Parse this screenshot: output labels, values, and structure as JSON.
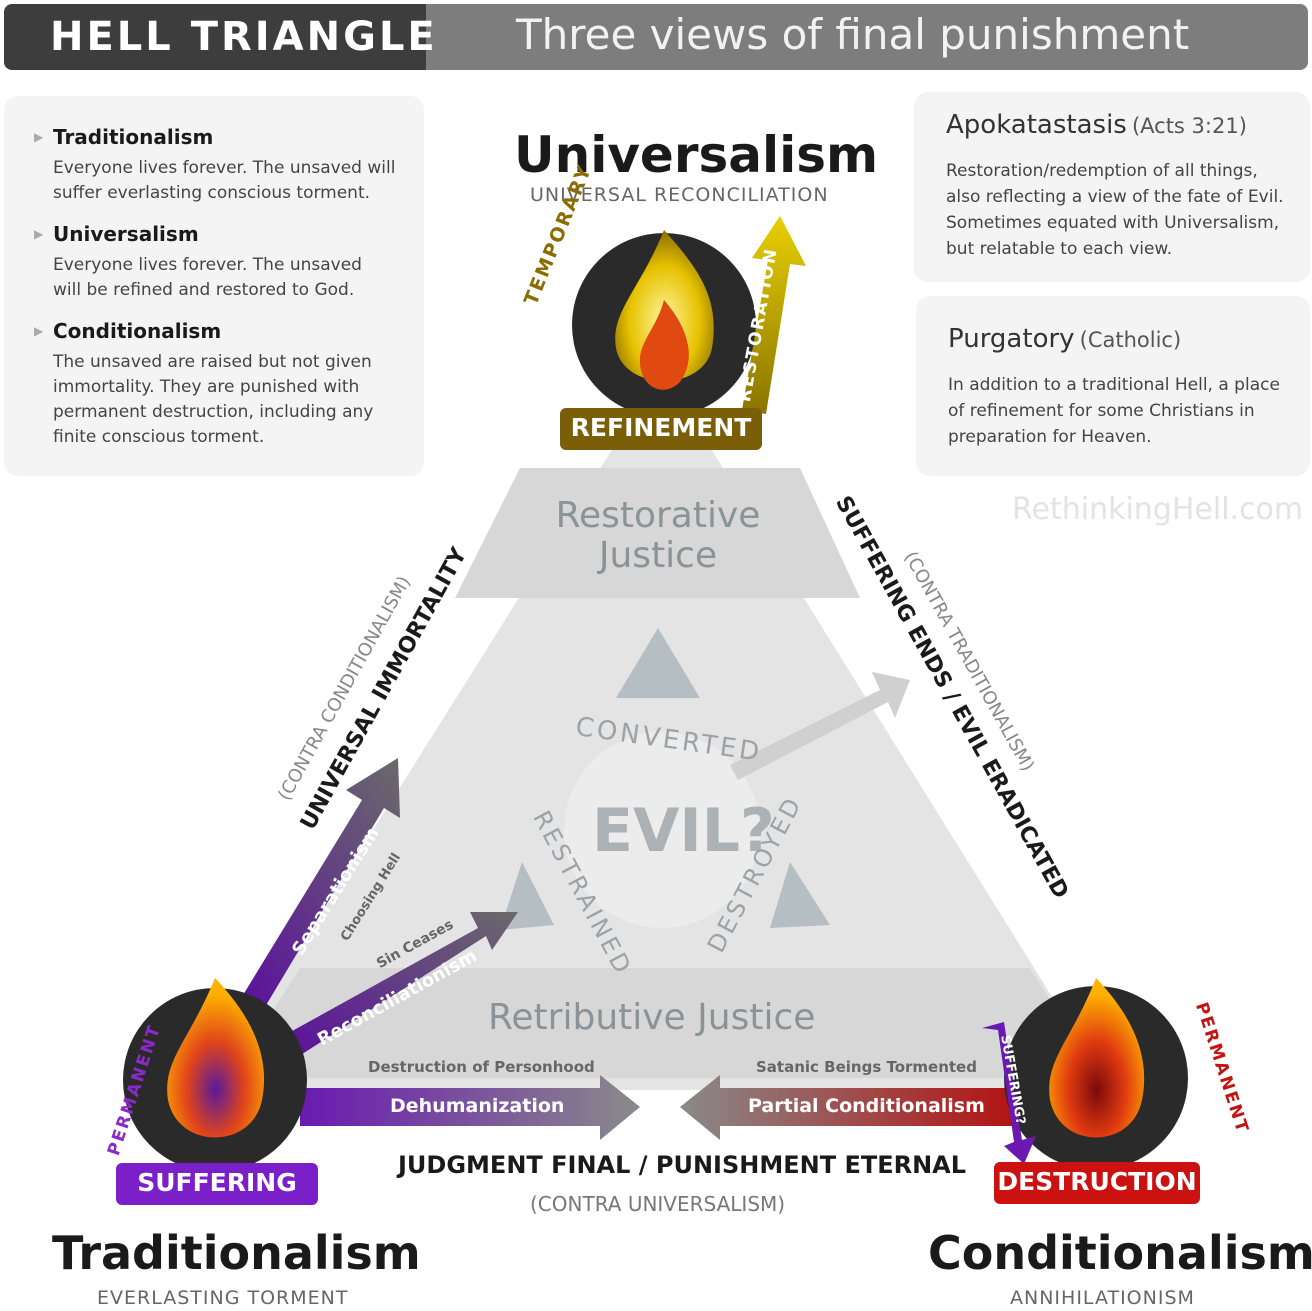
{
  "header": {
    "title": "HELL TRIANGLE",
    "subtitle": "Three views of final punishment"
  },
  "definitions": [
    {
      "term": "Traditionalism",
      "text": "Everyone lives forever. The unsaved will suffer everlasting conscious torment."
    },
    {
      "term": "Universalism",
      "text": "Everyone lives forever. The unsaved will be refined and restored to God."
    },
    {
      "term": "Conditionalism",
      "text": "The unsaved are raised but not given immortality. They are punished with permanent destruction, including any finite conscious torment."
    }
  ],
  "apokatastasis": {
    "title": "Apokatastasis",
    "ref": "(Acts 3:21)",
    "text": "Restoration/redemption of all things, also reflecting a view of the fate of Evil. Sometimes equated with Universalism, but relatable to each view."
  },
  "purgatory": {
    "title": "Purgatory",
    "ref": "(Catholic)",
    "text": "In addition to a traditional Hell, a place of refinement for some Christians in preparation for Heaven."
  },
  "watermark": "RethinkingHell.com",
  "vertices": {
    "top": {
      "title": "Universalism",
      "subtitle": "UNIVERSAL RECONCILIATION",
      "badge": "REFINEMENT",
      "arc_label": "TEMPORARY",
      "arrow_label": "RESTORATION",
      "badge_color": "#7a5e08"
    },
    "left": {
      "title": "Traditionalism",
      "subtitle": "EVERLASTING TORMENT",
      "badge": "SUFFERING",
      "arc_label": "PERMANENT",
      "badge_color": "#7b1fc9"
    },
    "right": {
      "title": "Conditionalism",
      "subtitle": "ANNIHILATIONISM",
      "badge": "DESTRUCTION",
      "arc_label": "PERMANENT",
      "arrow_label": "SUFFERING?",
      "badge_color": "#cc1111"
    }
  },
  "bands": {
    "top": "Restorative Justice",
    "bottom": "Retributive Justice"
  },
  "center": {
    "label": "EVIL?",
    "converted": "CONVERTED",
    "restrained": "RESTRAINED",
    "destroyed": "DESTROYED"
  },
  "edges": {
    "left": {
      "main": "UNIVERSAL IMMORTALITY",
      "contra": "(CONTRA CONDITIONALISM)"
    },
    "right": {
      "main": "SUFFERING ENDS / EVIL ERADICATED",
      "contra": "(CONTRA TRADITIONALISM)"
    },
    "bottom": {
      "main": "JUDGMENT FINAL / PUNISHMENT ETERNAL",
      "contra": "(CONTRA UNIVERSALISM)"
    }
  },
  "arrows": {
    "separationism": "Separationism",
    "choosing_hell": "Choosing Hell",
    "reconciliationism": "Reconciliationism",
    "sin_ceases": "Sin Ceases",
    "dehumanization": "Dehumanization",
    "destruction_personhood": "Destruction of Personhood",
    "partial_conditionalism": "Partial Conditionalism",
    "satanic_beings": "Satanic Beings Tormented"
  },
  "colors": {
    "header_dark": "#3d3d3d",
    "header_light": "#7d7d7d",
    "triangle": "#e6e6e6",
    "band": "#d6d6d6",
    "purple": "#6a1b9a",
    "gold": "#d4b800",
    "red": "#c62828"
  }
}
